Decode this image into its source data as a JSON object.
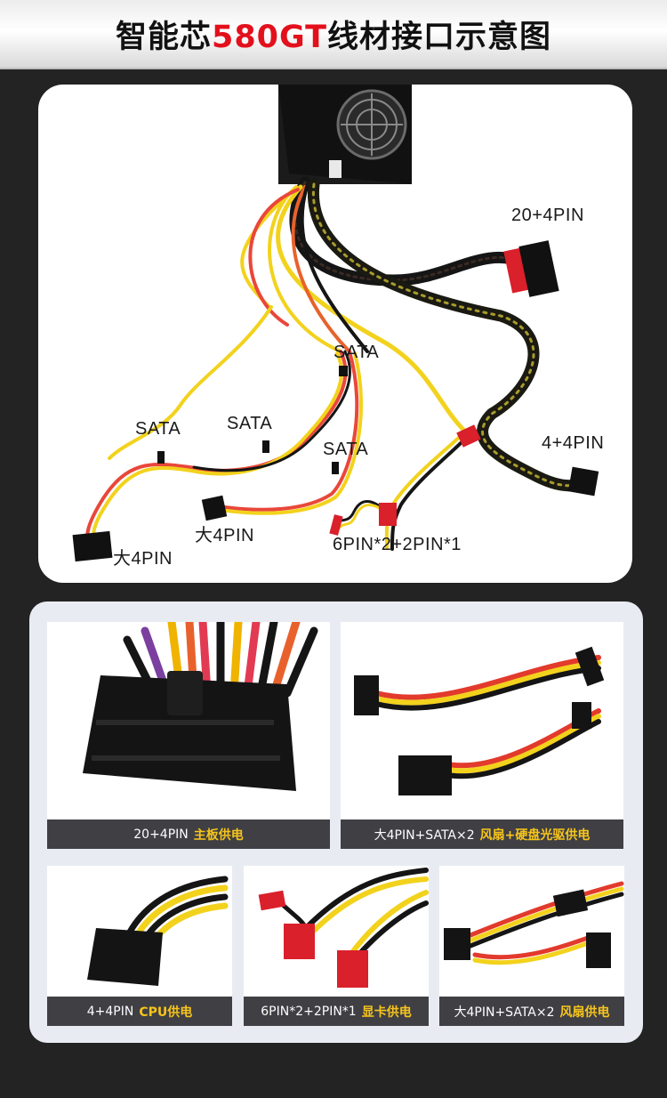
{
  "header": {
    "title_prefix": "智能芯",
    "title_model": "580GT",
    "title_suffix": "线材接口示意图",
    "accent_color": "#e3101c"
  },
  "diagram": {
    "labels": {
      "mb_24pin": "20+4PIN",
      "sata_top": "SATA",
      "sata_left": "SATA",
      "sata_mid": "SATA",
      "sata_right": "SATA",
      "cpu_8pin": "4+4PIN",
      "molex_left": "大4PIN",
      "molex_mid": "大4PIN",
      "pcie": "6PIN*2+2PIN*1"
    }
  },
  "photos": [
    {
      "label": "20+4PIN",
      "highlight": "主板供电"
    },
    {
      "label": "大4PIN+SATA×2",
      "highlight": "风扇+硬盘光驱供电"
    },
    {
      "label": "4+4PIN",
      "highlight": "CPU供电"
    },
    {
      "label": "6PIN*2+2PIN*1",
      "highlight": "显卡供电"
    },
    {
      "label": "大4PIN+SATA×2",
      "highlight": "风扇供电"
    }
  ],
  "colors": {
    "background": "#232323",
    "caption_bg": "#3f3f44",
    "caption_highlight": "#f7c51b",
    "wire_yellow": "#f2d21c",
    "wire_red": "#e9473a",
    "wire_black": "#151515",
    "connector_red": "#d9202b"
  }
}
